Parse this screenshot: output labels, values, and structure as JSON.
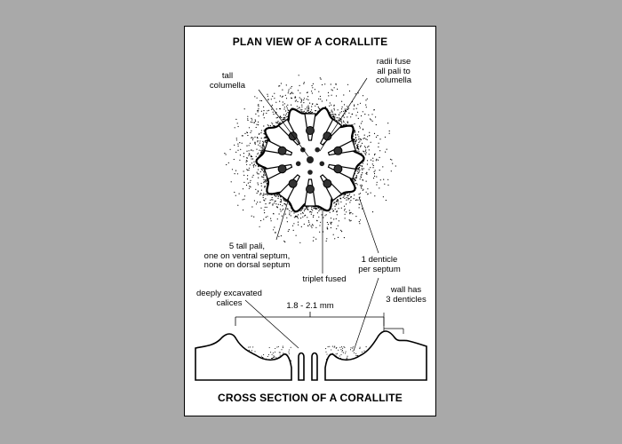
{
  "figure": {
    "title_top": "PLAN VIEW OF A CORALLITE",
    "title_bottom": "CROSS SECTION OF A CORALLITE"
  },
  "labels": {
    "tall_columella": "tall\ncolumella",
    "radii_fuse": "radii fuse\nall pali to\ncolumella",
    "five_tall_pali": "5 tall pali,\none on ventral septum,\nnone on dorsal septum",
    "one_denticle": "1 denticle\nper septum",
    "triplet_fused": "triplet fused",
    "deeply_excavated": "deeply excavated\ncalices",
    "measurement": "1.8 - 2.1 mm",
    "wall_denticles": "wall has\n3 denticles"
  },
  "colors": {
    "background": "#a9a9a9",
    "card": "#ffffff",
    "ink": "#000000"
  }
}
